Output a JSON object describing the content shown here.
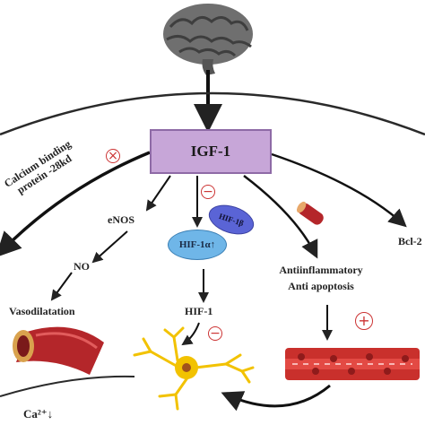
{
  "diagram": {
    "igf_label": "IGF-1",
    "calcium_label_line1": "Calcium binding",
    "calcium_label_line2": "protein -28kd",
    "enos_label": "eNOS",
    "no_label": "NO",
    "vaso_label": "Vasodilatation",
    "hif1a_label": "HIF-1α↑",
    "hif1b_label": "HIF-1β",
    "hif1_label": "HIF-1",
    "anti_label_line1": "Antiinflammatory",
    "anti_label_line2": "Anti apoptosis",
    "bcl2_label": "Bcl-2",
    "ca_label": "Ca²⁺↓",
    "symbols": {
      "calcium_symbol": "×",
      "hif_inhibit_symbol": "−",
      "neuron_inhibit_symbol": "−",
      "vessel_plus_symbol": "+"
    },
    "colors": {
      "igf_box": "#c7a6d8",
      "hif1a": "#6fb6e8",
      "hif1b": "#5a64d6",
      "vessel": "#b4262a",
      "neuron": "#f2c200",
      "symbol": "#cc3333"
    }
  }
}
